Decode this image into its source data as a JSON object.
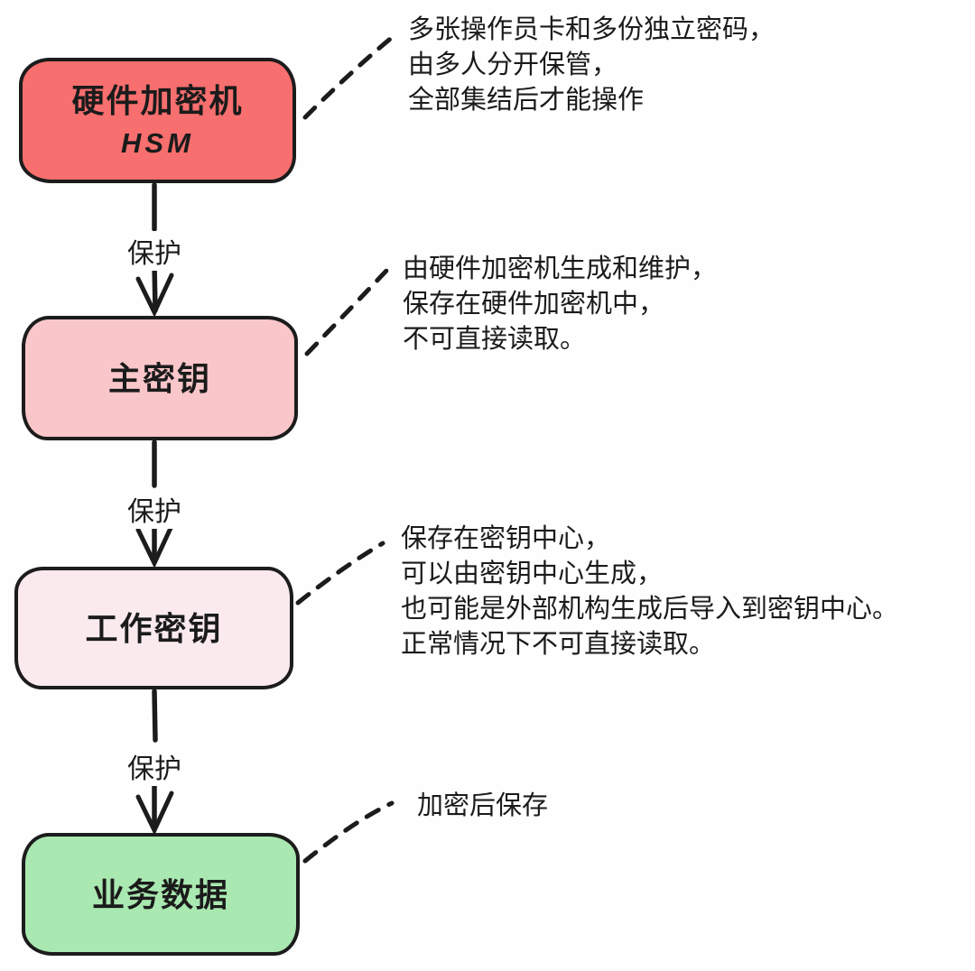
{
  "diagram": {
    "background": "#fefefe",
    "stroke_color": "#1c1c1c",
    "nodes": [
      {
        "title": "硬件加密机",
        "subtitle": "HSM",
        "fill": "#f76f6e"
      },
      {
        "title": "主密钥",
        "fill": "#f9c6ca"
      },
      {
        "title": "工作密钥",
        "fill": "#faeaee"
      },
      {
        "title": "业务数据",
        "fill": "#a9e8b0"
      }
    ],
    "edges": [
      {
        "label": "保护"
      },
      {
        "label": "保护"
      },
      {
        "label": "保护"
      }
    ],
    "notes": [
      {
        "lines": [
          "多张操作员卡和多份独立密码，",
          "由多人分开保管，",
          "全部集结后才能操作"
        ]
      },
      {
        "lines": [
          "由硬件加密机生成和维护，",
          "保存在硬件加密机中，",
          "不可直接读取。"
        ]
      },
      {
        "lines": [
          "保存在密钥中心，",
          "可以由密钥中心生成，",
          "也可能是外部机构生成后导入到密钥中心。",
          "正常情况下不可直接读取。"
        ]
      },
      {
        "lines": [
          "加密后保存"
        ]
      }
    ]
  }
}
